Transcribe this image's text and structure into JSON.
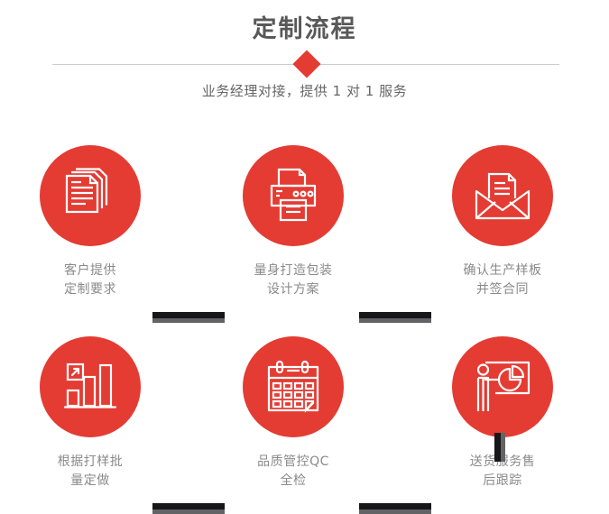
{
  "header": {
    "title": "定制流程",
    "subtitle": "业务经理对接，提供 1 对 1 服务",
    "title_color": "#595959",
    "accent_color": "#e43b33",
    "divider_color": "#cccccc",
    "diamond_icon": "diamond-marker"
  },
  "palette": {
    "circle_red": "#e43b33",
    "connector_dark": "#17171a",
    "connector_shadow": "#636366",
    "label_gray": "#8a8a8a"
  },
  "steps": [
    {
      "index": 1,
      "icon": "documents-stack-icon",
      "label": "客户提供\n定制要求"
    },
    {
      "index": 2,
      "icon": "printer-icon",
      "label": "量身打造包装\n设计方案"
    },
    {
      "index": 3,
      "icon": "envelope-document-icon",
      "label": "确认生产样板\n并签合同"
    },
    {
      "index": 4,
      "icon": "bar-chart-growth-icon",
      "label": "根据打样批\n量定做"
    },
    {
      "index": 5,
      "icon": "calendar-icon",
      "label": "品质管控QC\n全检"
    },
    {
      "index": 6,
      "icon": "presenter-pie-chart-icon",
      "label": "送货服务售\n后跟踪"
    }
  ],
  "connectors": [
    {
      "name": "connector-step1-step2",
      "orientation": "horizontal"
    },
    {
      "name": "connector-step2-step3",
      "orientation": "horizontal"
    },
    {
      "name": "connector-step3-step6",
      "orientation": "vertical"
    },
    {
      "name": "connector-step4-step5",
      "orientation": "horizontal"
    },
    {
      "name": "connector-step5-step6",
      "orientation": "horizontal"
    }
  ]
}
